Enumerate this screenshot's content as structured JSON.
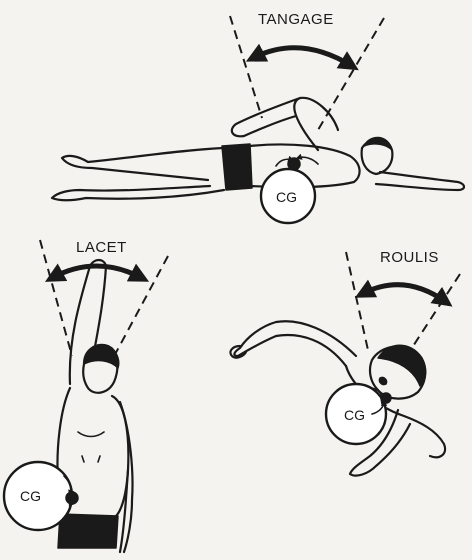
{
  "labels": {
    "pitch": "TANGAGE",
    "yaw": "LACET",
    "roll": "ROULIS"
  },
  "center_of_gravity": "CG",
  "colors": {
    "ink": "#1a1a1a",
    "paper": "#f4f3ef"
  }
}
